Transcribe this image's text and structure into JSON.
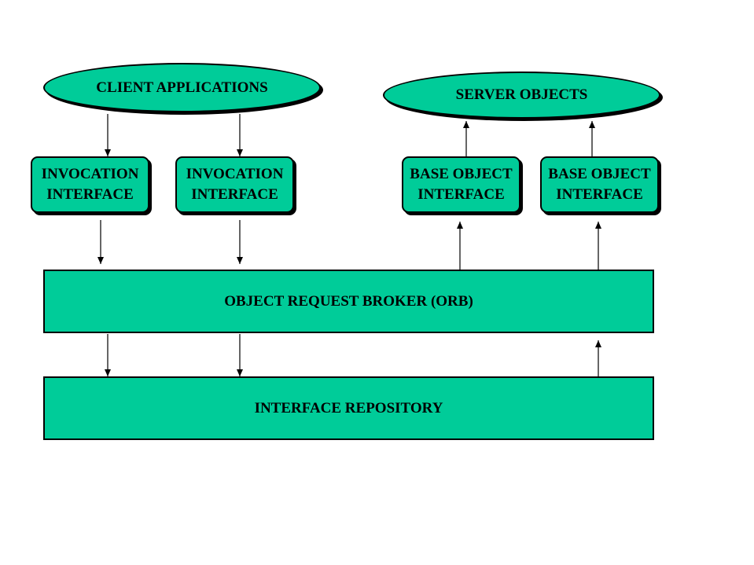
{
  "colors": {
    "fill": "#00CC99",
    "stroke": "#000000",
    "background": "#FFFFFF"
  },
  "nodes": {
    "client_applications": "CLIENT APPLICATIONS",
    "server_objects": "SERVER OBJECTS",
    "invocation_interface_1": {
      "line1": "INVOCATION",
      "line2": "INTERFACE"
    },
    "invocation_interface_2": {
      "line1": "INVOCATION",
      "line2": "INTERFACE"
    },
    "base_object_interface_1": {
      "line1": "BASE OBJECT",
      "line2": "INTERFACE"
    },
    "base_object_interface_2": {
      "line1": "BASE OBJECT",
      "line2": "INTERFACE"
    },
    "orb": "OBJECT REQUEST BROKER (ORB)",
    "interface_repository": "INTERFACE REPOSITORY"
  },
  "edges": [
    {
      "from": "client_applications",
      "to": "invocation_interface_1"
    },
    {
      "from": "client_applications",
      "to": "invocation_interface_2"
    },
    {
      "from": "invocation_interface_1",
      "to": "orb"
    },
    {
      "from": "invocation_interface_2",
      "to": "orb"
    },
    {
      "from": "orb",
      "to": "interface_repository"
    },
    {
      "from": "orb",
      "to": "interface_repository"
    },
    {
      "from": "interface_repository",
      "to": "orb"
    },
    {
      "from": "orb",
      "to": "base_object_interface_1"
    },
    {
      "from": "orb",
      "to": "base_object_interface_2"
    },
    {
      "from": "base_object_interface_1",
      "to": "server_objects"
    },
    {
      "from": "base_object_interface_2",
      "to": "server_objects"
    }
  ]
}
